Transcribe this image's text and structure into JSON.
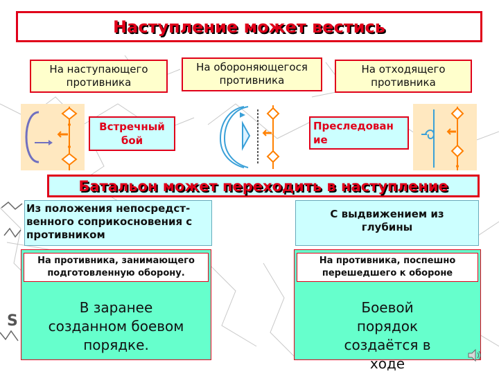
{
  "title": "Наступление может вестись",
  "attack_on": [
    "На наступающего противника",
    "На обороняющегося противника",
    "На отходящего противника"
  ],
  "tags": {
    "meeting": "Встречный бой",
    "pursuit": "Преследован ие"
  },
  "banner": "Батальон может переходить в наступление",
  "modes": {
    "left": "Из положения непосредст-венного соприкосновения с противником",
    "right": "С выдвижением из глубины"
  },
  "cases": {
    "left": {
      "label": "На противника, занимающего подготовленную оборону.",
      "text": "В заранее созданном боевом порядке."
    },
    "right": {
      "label": "На противника, поспешно перешедшего к обороне",
      "text": "Боевой порядок создаётся в ходе"
    }
  },
  "icons": {
    "speaker": "speaker-icon"
  },
  "colors": {
    "accent_red": "#e0001a",
    "yellow_fill": "#ffffcc",
    "aqua_fill": "#ccffff",
    "green_fill": "#66ffcc",
    "scheme_orange": "#ff8000",
    "scheme_blue": "#3aa0d8"
  }
}
